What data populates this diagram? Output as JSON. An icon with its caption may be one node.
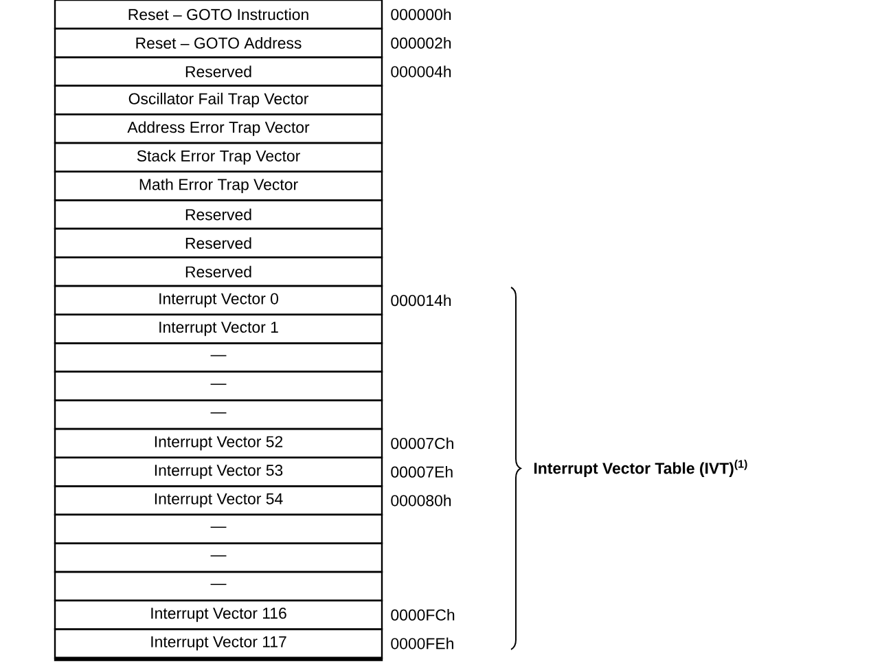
{
  "diagram": {
    "nodes": [
      {
        "text": [
          "Reset – GOTO Instruction"
        ],
        "beside": [
          "000000h"
        ]
      },
      {
        "text": [
          "Reset – GOTO Address"
        ],
        "beside": [
          "000002h"
        ]
      },
      {
        "text": [
          "Reserved"
        ],
        "beside": [
          "000004h"
        ]
      },
      {
        "text": [
          "Oscillator Fail Trap Vector"
        ]
      },
      {
        "text": [
          "Address Error Trap Vector"
        ]
      },
      {
        "text": [
          "Stack Error Trap Vector"
        ]
      },
      {
        "text": [
          "Math Error Trap Vector"
        ]
      },
      {
        "text": [
          "Reserved"
        ]
      },
      {
        "text": [
          "Reserved"
        ]
      },
      {
        "text": [
          "Reserved"
        ]
      },
      {
        "text": [
          "Interrupt Vector 0"
        ],
        "beside": [
          "000014h"
        ]
      },
      {
        "text": [
          "Interrupt Vector 1"
        ]
      },
      {
        "text": [
          "—"
        ]
      },
      {
        "text": [
          "—"
        ]
      },
      {
        "text": [
          "—"
        ]
      },
      {
        "text": [
          "Interrupt Vector 52"
        ],
        "beside": [
          "00007Ch"
        ]
      },
      {
        "text": [
          "Interrupt Vector 53"
        ],
        "beside": [
          "00007Eh"
        ]
      },
      {
        "text": [
          "Interrupt Vector 54"
        ],
        "beside": [
          "000080h"
        ]
      },
      {
        "text": [
          "—"
        ]
      },
      {
        "text": [
          "—"
        ]
      },
      {
        "text": [
          "—"
        ]
      },
      {
        "text": [
          "Interrupt Vector 116"
        ],
        "beside": [
          "0000FCh"
        ]
      },
      {
        "text": [
          "Interrupt Vector 117"
        ],
        "beside": [
          "0000FEh"
        ]
      }
    ],
    "labels": [
      "Interrupt Vector Table (IVT)$^{(1)}$"
    ]
  }
}
